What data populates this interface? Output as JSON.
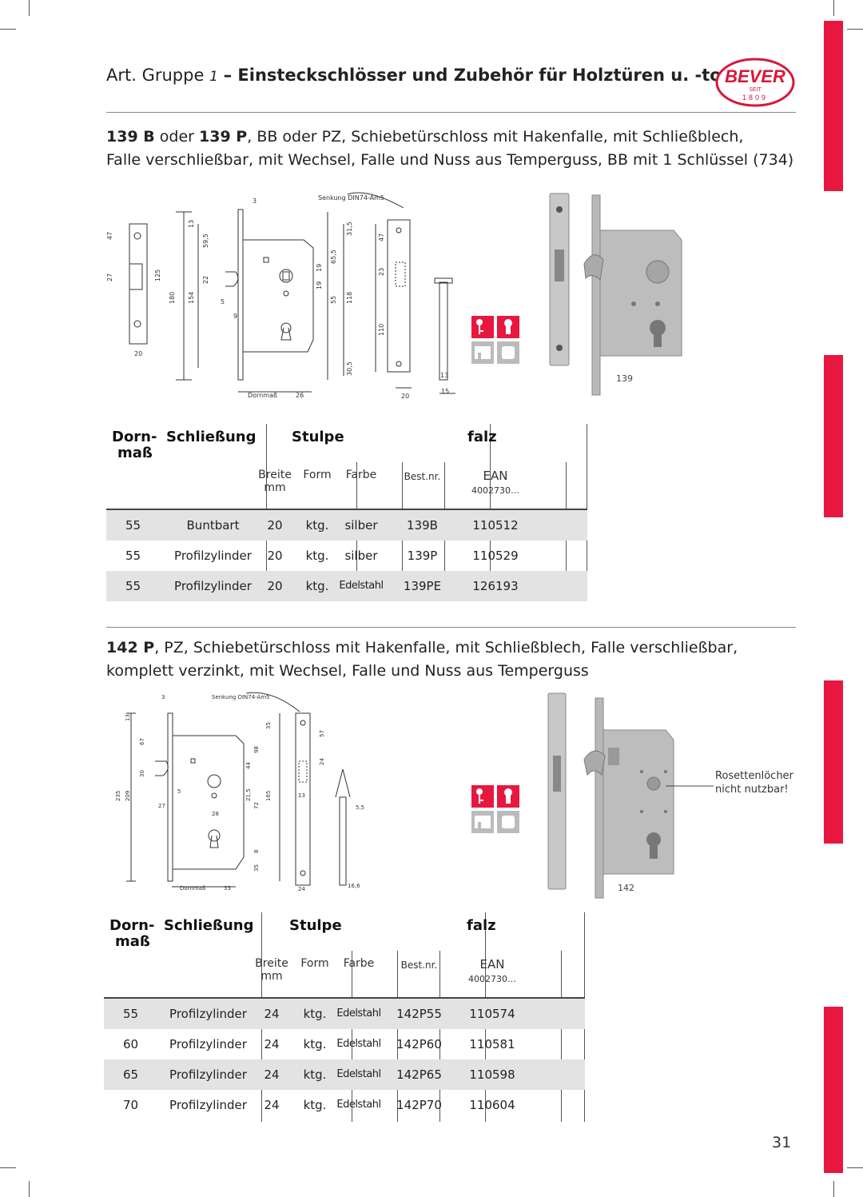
{
  "header": {
    "prefix": "Art. Gruppe",
    "group": "1",
    "title": "– Einsteckschlösser und Zubehör für Holztüren u. -tore",
    "logo": {
      "brand": "BEVER",
      "since": "SEIT",
      "year": "1809"
    }
  },
  "product1": {
    "line1_a": "139 B",
    "line1_b": " oder ",
    "line1_c": "139 P",
    "line1_d": ", BB oder PZ, Schiebetürschloss mit Hakenfalle, mit Schließblech,",
    "line2": "Falle verschließbar, mit Wechsel, Falle und Nuss aus Temperguss, BB mit 1 Schlüssel (734)",
    "drawing": {
      "senkung": "Senkung DIN74-Am5",
      "dims": [
        "3",
        "47",
        "27",
        "125",
        "20",
        "13",
        "59,5",
        "22",
        "180",
        "154",
        "5",
        "9",
        "26",
        "31,5",
        "65,5",
        "19",
        "19",
        "55",
        "118",
        "30,5",
        "47",
        "23",
        "110",
        "20",
        "13",
        "15"
      ],
      "dornmass": "Dornmaß",
      "dornmass_val": "26"
    },
    "photo_caption": "139"
  },
  "table_headers": {
    "dorn": "Dorn-",
    "mass": "maß",
    "schliessung": "Schließung",
    "stulpe": "Stulpe",
    "falz": "falz",
    "breite": "Breite",
    "mm": "mm",
    "form": "Form",
    "farbe": "Farbe",
    "bestnr": "Best.nr.",
    "ean": "EAN",
    "ean_prefix": "4002730…"
  },
  "table1": {
    "rows": [
      {
        "dorn": "55",
        "schliessung": "Buntbart",
        "breite": "20",
        "form": "ktg.",
        "farbe": "silber",
        "bestnr": "139B",
        "ean": "110512"
      },
      {
        "dorn": "55",
        "schliessung": "Profilzylinder",
        "breite": "20",
        "form": "ktg.",
        "farbe": "silber",
        "bestnr": "139P",
        "ean": "110529"
      },
      {
        "dorn": "55",
        "schliessung": "Profilzylinder",
        "breite": "20",
        "form": "ktg.",
        "farbe": "Edelstahl",
        "bestnr": "139PE",
        "ean": "126193"
      }
    ]
  },
  "product2": {
    "line1_a": "142 P",
    "line1_b": ", PZ, Schiebetürschloss mit Hakenfalle, mit Schließblech, Falle verschließbar,",
    "line2": "komplett verzinkt, mit Wechsel, Falle und Nuss aus Temperguss",
    "drawing": {
      "senkung": "Senkung DIN74-Am5",
      "dornmass": "Dornmaß",
      "dornmass_val": "33"
    },
    "photo_caption": "142",
    "note_line1": "Rosettenlöcher",
    "note_line2": "nicht nutzbar!"
  },
  "table2": {
    "rows": [
      {
        "dorn": "55",
        "schliessung": "Profilzylinder",
        "breite": "24",
        "form": "ktg.",
        "farbe": "Edelstahl",
        "bestnr": "142P55",
        "ean": "110574"
      },
      {
        "dorn": "60",
        "schliessung": "Profilzylinder",
        "breite": "24",
        "form": "ktg.",
        "farbe": "Edelstahl",
        "bestnr": "142P60",
        "ean": "110581"
      },
      {
        "dorn": "65",
        "schliessung": "Profilzylinder",
        "breite": "24",
        "form": "ktg.",
        "farbe": "Edelstahl",
        "bestnr": "142P65",
        "ean": "110598"
      },
      {
        "dorn": "70",
        "schliessung": "Profilzylinder",
        "breite": "24",
        "form": "ktg.",
        "farbe": "Edelstahl",
        "bestnr": "142P70",
        "ean": "110604"
      }
    ]
  },
  "page_number": "31",
  "colors": {
    "accent_red": "#e8173f",
    "row_shade": "#e3e3e3"
  }
}
